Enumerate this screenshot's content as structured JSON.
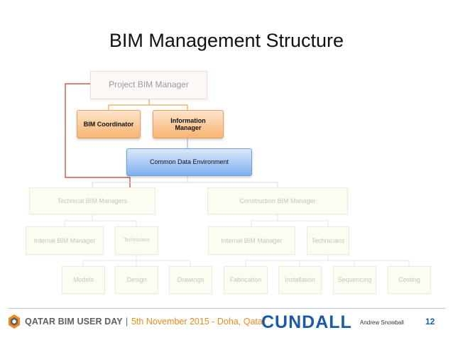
{
  "slide": {
    "title": "BIM Management Structure",
    "page_number": "12",
    "author": "Andrew Snowball"
  },
  "org": {
    "project_bim_manager": "Project BIM Manager",
    "bim_coordinator": "BIM Coordinator",
    "information_manager_line1": "Information",
    "information_manager_line2": "Manager",
    "common_data_environment": "Common Data Environment",
    "technical_bim_managers": "Technical BIM Managers",
    "construction_bim_manager": "Construction BIM Manager",
    "internal_bim_manager_technical": "Internal BIM Manager",
    "technicians_technical": "Technicians",
    "internal_bim_manager_construction": "Internal BIM Manager",
    "technicians_construction": "Technicians",
    "leaves": [
      "Models",
      "Design",
      "Drawings",
      "Fabrication",
      "Installation",
      "Sequencing",
      "Costing"
    ]
  },
  "footer": {
    "event_name": "QATAR BIM USER DAY",
    "separator": "|",
    "event_date": "5th November 2015 - Doha, Qatar",
    "company_logo": "CUNDALL"
  },
  "colors": {
    "orange_fill": "#f7b46f",
    "blue_fill": "#7fb0ee",
    "red_connector": "#c0392b",
    "orange_connector": "#f0a050",
    "cundall_blue": "#1a5aa8",
    "qatar_orange": "#f08a1c"
  }
}
